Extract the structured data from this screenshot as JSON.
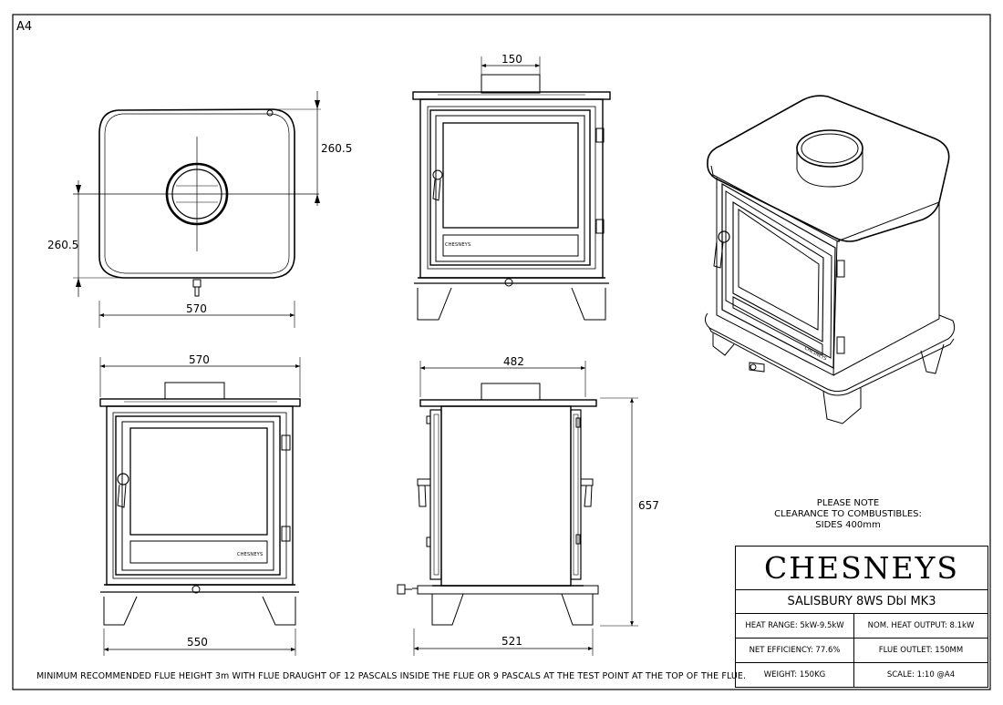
{
  "sheet": {
    "paper_size": "A4"
  },
  "dimensions": {
    "top_flue_offset": "260.5",
    "top_side_offset": "260.5",
    "top_width": "570",
    "front_flue_width": "150",
    "front_top_width": "570",
    "front_base_width": "550",
    "side_top_depth": "482",
    "side_base_depth": "521",
    "side_height": "657"
  },
  "door_badge": "CHESNEYS",
  "note": {
    "line1": "PLEASE NOTE",
    "line2": "CLEARANCE TO COMBUSTIBLES:",
    "line3": "SIDES 400mm"
  },
  "title_block": {
    "brand": "CHESNEYS",
    "model": "SALISBURY 8WS Dbl MK3",
    "heat_range": "HEAT RANGE: 5kW-9.5kW",
    "nom_heat_output": "NOM. HEAT OUTPUT: 8.1kW",
    "net_efficiency": "NET EFFICIENCY: 77.6%",
    "flue_outlet": "FLUE OUTLET: 150MM",
    "weight": "WEIGHT: 150KG",
    "scale": "SCALE: 1:10 @A4"
  },
  "footer_note": "MINIMUM RECOMMENDED FLUE HEIGHT 3m WITH FLUE DRAUGHT OF 12 PASCALS INSIDE THE FLUE OR 9 PASCALS AT THE TEST POINT AT THE TOP OF THE FLUE."
}
